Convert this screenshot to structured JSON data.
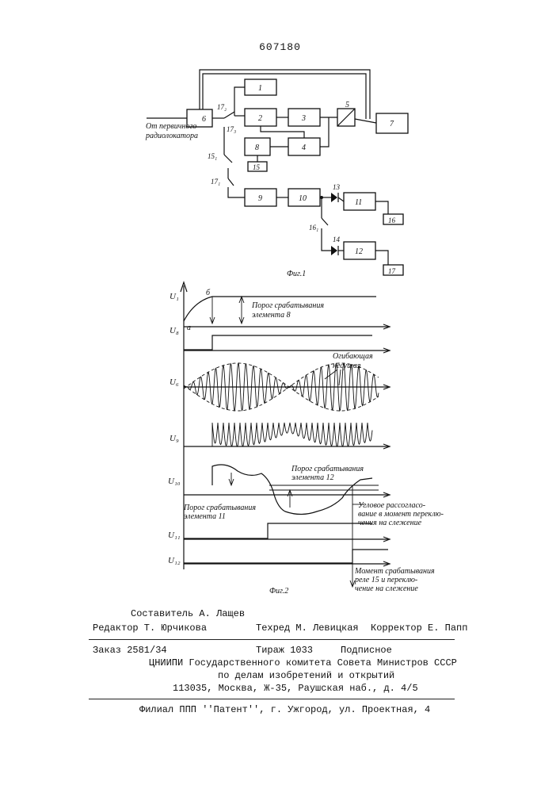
{
  "page_number": "607180",
  "fig1": {
    "caption": "Фиг.1",
    "input_label_1": "От первичного",
    "input_label_2": "радиолокатора",
    "blocks": [
      "1",
      "2",
      "3",
      "4",
      "5",
      "6",
      "7",
      "8",
      "9",
      "10",
      "11",
      "12",
      "13",
      "14",
      "15",
      "16",
      "17"
    ],
    "contacts": [
      "17₂",
      "17₃",
      "15₁",
      "17₁",
      "16₁"
    ]
  },
  "fig2": {
    "caption": "Фиг.2",
    "signals": [
      "U₁",
      "U₈",
      "U₆",
      "U₉",
      "U₁₀",
      "U₁₁",
      "U₁₂"
    ],
    "point_a": "а",
    "point_b": "б",
    "threshold_8": [
      "Порог срабатывания",
      "элемента 8"
    ],
    "envelope": [
      "Огибающая",
      "несущая"
    ],
    "threshold_12": [
      "Порог срабатывания",
      "элемента 12"
    ],
    "threshold_11": [
      "Порог срабатывания",
      "элемента 11"
    ],
    "mismatch": [
      "Угловое рассогласо-",
      "вание в момент переклю-",
      "чения на слежение"
    ],
    "moment": [
      "Момент срабатывания",
      "реле 15 и переклю-",
      "чение на слежение"
    ]
  },
  "footer": {
    "editor": "Редактор Т. Юрчикова",
    "compiler": "Составитель А. Лащев",
    "techred": "Техред М. Левицкая",
    "corrector": "Корректор Е. Папп",
    "order": "Заказ 2581/34",
    "circulation": "Тираж 1033",
    "subscription": "Подписное",
    "org_1": "ЦНИИПИ Государственного комитета Совета Министров СССР",
    "org_2": "по делам изобретений и открытий",
    "address": "113035, Москва, Ж-35, Раушская наб., д. 4/5",
    "branch": "Филиал ППП ''Патент'', г. Ужгород, ул. Проектная, 4"
  }
}
